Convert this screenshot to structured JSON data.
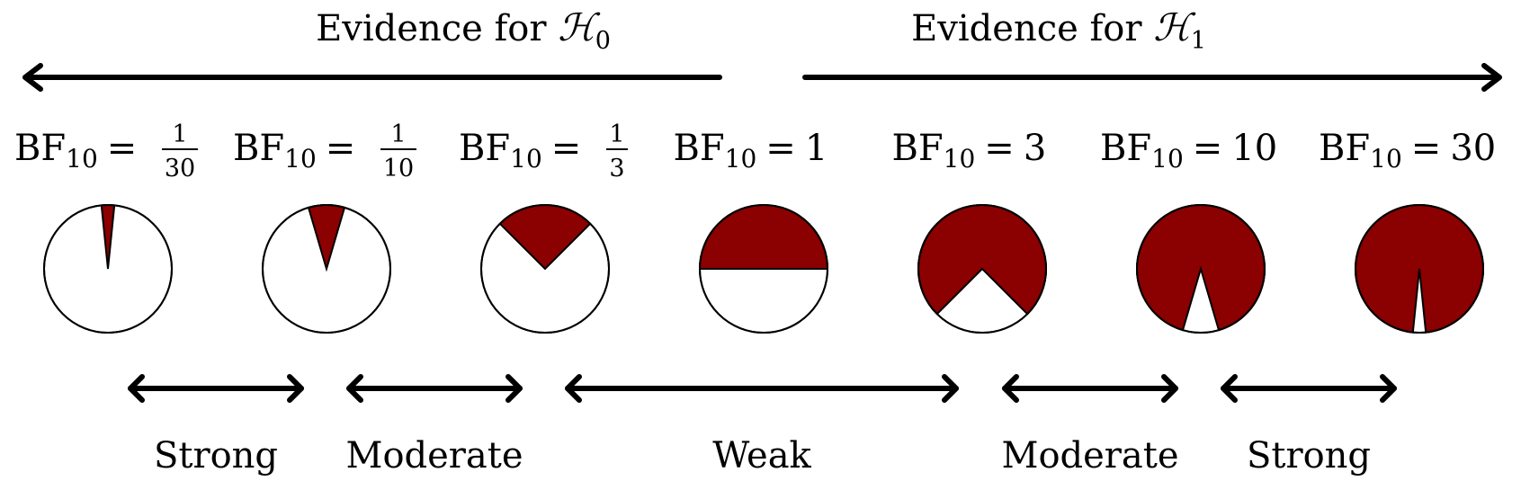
{
  "header": {
    "h0": {
      "text": "Evidence for ",
      "symbol": "ℋ",
      "sub": "0"
    },
    "h1": {
      "text": "Evidence for ",
      "symbol": "ℋ",
      "sub": "1"
    }
  },
  "bf_prefix": "BF",
  "bf_sub": "10",
  "equals": "=",
  "factors": [
    {
      "kind": "fraction",
      "num": "1",
      "den": "30",
      "h1_share": 0.0323
    },
    {
      "kind": "fraction",
      "num": "1",
      "den": "10",
      "h1_share": 0.0909
    },
    {
      "kind": "fraction",
      "num": "1",
      "den": "3",
      "h1_share": 0.25
    },
    {
      "kind": "plain",
      "value": "1",
      "h1_share": 0.5
    },
    {
      "kind": "plain",
      "value": "3",
      "h1_share": 0.75
    },
    {
      "kind": "plain",
      "value": "10",
      "h1_share": 0.9091
    },
    {
      "kind": "plain",
      "value": "30",
      "h1_share": 0.9677
    }
  ],
  "categories": [
    "Strong",
    "Moderate",
    "Weak",
    "Moderate",
    "Strong"
  ],
  "colors": {
    "h1_fill": "#8b0000",
    "h0_fill": "#ffffff",
    "stroke": "#000000"
  }
}
